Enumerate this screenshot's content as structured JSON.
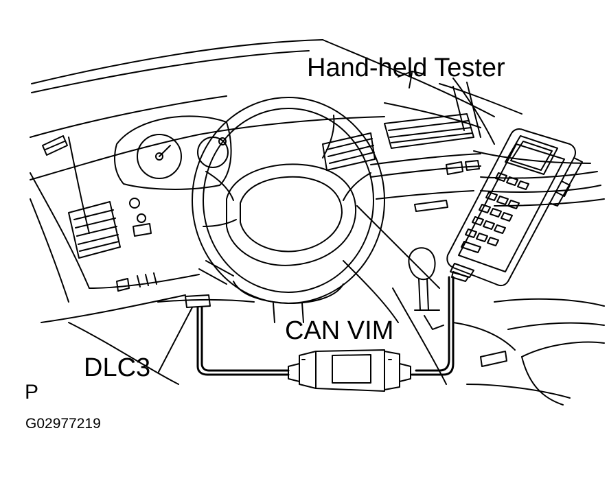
{
  "labels": {
    "tester": "Hand-held  Tester",
    "can_vim": "CAN VIM",
    "dlc3": "DLC3",
    "corner_mark": "P",
    "figure_code": "G02977219"
  },
  "colors": {
    "background": "#ffffff",
    "line": "#000000"
  }
}
